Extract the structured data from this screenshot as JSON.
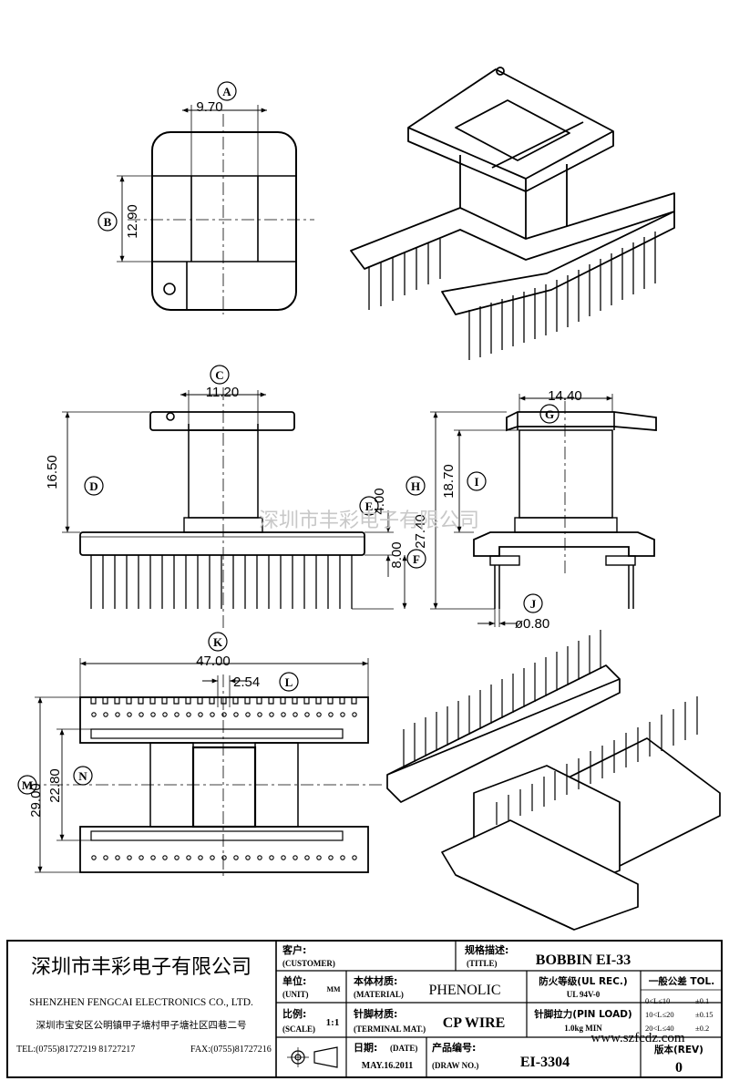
{
  "watermark": "深圳市丰彩电子有限公司",
  "dimensions": {
    "A": {
      "label": "A",
      "value": "9.70"
    },
    "B": {
      "label": "B",
      "value": "12.90"
    },
    "C": {
      "label": "C",
      "value": "11.20"
    },
    "D": {
      "label": "D",
      "value": "16.50"
    },
    "E": {
      "label": "E",
      "value": "4.00"
    },
    "F": {
      "label": "F",
      "value": "8.00"
    },
    "G": {
      "label": "G",
      "value": "14.40"
    },
    "H": {
      "label": "H",
      "value": "27.40"
    },
    "I": {
      "label": "I",
      "value": "18.70"
    },
    "J": {
      "label": "J",
      "value": "ø0.80"
    },
    "K": {
      "label": "K",
      "value": "47.00"
    },
    "L": {
      "label": "L",
      "value": "2.54"
    },
    "M": {
      "label": "M",
      "value": "29.00"
    },
    "N": {
      "label": "N",
      "value": "22.80"
    }
  },
  "title_block": {
    "company_cn": "深圳市丰彩电子有限公司",
    "company_en": "SHENZHEN FENGCAI ELECTRONICS CO., LTD.",
    "address": "深圳市宝安区公明镇甲子塘村甲子塘社区四巷二号",
    "tel": "TEL:(0755)81727219  81727217",
    "fax": "FAX:(0755)81727216",
    "customer_cn": "客户:",
    "customer_en": "(CUSTOMER)",
    "title_cn": "规格描述:",
    "title_en": "(TITLE)",
    "title_value": "BOBBIN EI-33",
    "unit_cn": "单位:",
    "unit_en": "(UNIT)",
    "unit_value": "MM",
    "material_cn": "本体材质:",
    "material_en": "(MATERIAL)",
    "material_value": "PHENOLIC",
    "flame_cn": "防火等级(UL REC.)",
    "flame_value": "UL 94V-0",
    "scale_cn": "比例:",
    "scale_en": "(SCALE)",
    "scale_value": "1:1",
    "terminal_cn": "针脚材质:",
    "terminal_en": "(TERMINAL MAT.)",
    "terminal_value": "CP WIRE",
    "pinload_cn": "针脚拉力(PIN LOAD)",
    "pinload_value": "1.0kg MIN",
    "date_cn": "日期:",
    "date_en": "(DATE)",
    "date_value": "MAY.16.2011",
    "drawno_cn": "产品编号:",
    "drawno_en": "(DRAW NO.)",
    "drawno_value": "EI-3304",
    "tol_title": "一般公差 TOL.",
    "tol_rows": [
      {
        "range": "0<L≤10",
        "tol": "±0.1"
      },
      {
        "range": "10<L≤20",
        "tol": "±0.15"
      },
      {
        "range": "20<L≤40",
        "tol": "±0.2"
      }
    ],
    "rev_cn": "版本(REV)",
    "rev_value": "0",
    "website": "www.szfcdz.com"
  }
}
